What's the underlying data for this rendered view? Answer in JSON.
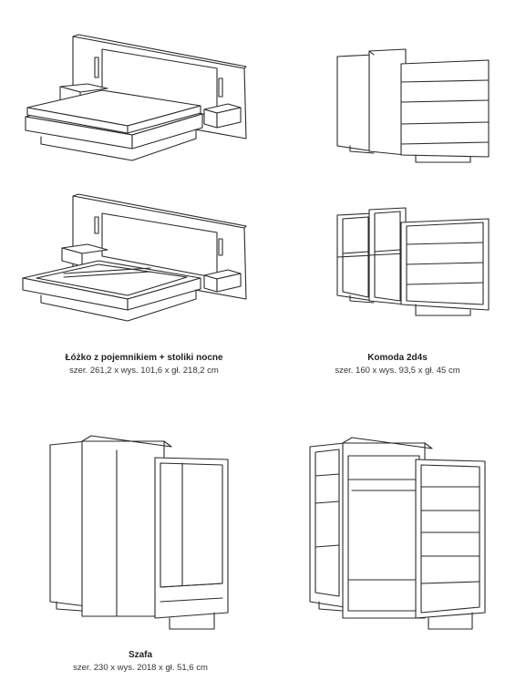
{
  "products": [
    {
      "name": "Łóżko z pojemnikiem + stoliki nocne",
      "dimensions": "szer. 261,2 x wys. 101,6 x gł. 218,2 cm"
    },
    {
      "name": "Komoda 2d4s",
      "dimensions": "szer. 160 x wys. 93,5 x gł. 45 cm"
    },
    {
      "name": "Szafa",
      "dimensions": "szer. 230 x wys. 2018 x gł. 51,6 cm"
    }
  ]
}
